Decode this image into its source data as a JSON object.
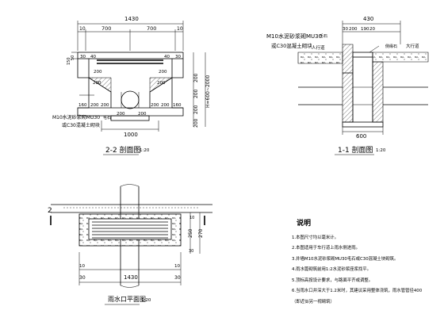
{
  "section_2_2": {
    "title": "2-2 剖面图",
    "scale": "1:20",
    "dims": {
      "overall": "1430",
      "d10a": "10",
      "d700a": "700",
      "d700b": "700",
      "d10b": "10",
      "d30l": "30",
      "d40l": "40",
      "d40r": "40",
      "d30r": "30",
      "d200_tl": "200",
      "d200_tr": "200",
      "d200_ml": "200",
      "d200_mr": "200",
      "d160l": "160",
      "d200b1": "200",
      "d200b2": "200",
      "d200b3": "200",
      "d200b4": "200",
      "d160r": "160",
      "d200_lb": "200",
      "d200_rb": "200",
      "d1000": "1000",
      "d150": "150",
      "d50": "50",
      "r200a": "200",
      "r200b": "200",
      "r200c": "200",
      "r200d": "200",
      "h_total": "H=600~2000"
    },
    "material_line1": "M10水泥砂浆砌MU30",
    "material_line1b": "毛石",
    "material_line2": "或C30混凝土砌块"
  },
  "section_1_1": {
    "title": "1-1 剖面图",
    "scale": "1:20",
    "dims": {
      "overall": "430",
      "d30": "30",
      "d200": "200",
      "d190": "190",
      "d20": "20",
      "d600": "600"
    },
    "material_line1": "M10水泥砂浆砌MU30",
    "material_line1b": "毛石",
    "material_line2": "或C30混凝土砌块",
    "label_sidewalk": "人行道",
    "label_curb": "侧缘石",
    "label_road": "大行道"
  },
  "plan": {
    "title": "雨水口平面图",
    "scale": "1:20",
    "section_mark": "2",
    "dims": {
      "overall": "1430",
      "d30l": "30",
      "d30r": "30",
      "d10l": "10",
      "d10r": "10",
      "v10": "10",
      "v250": "250",
      "v270": "270",
      "v30": "30"
    }
  },
  "notes": {
    "title": "说明",
    "items": [
      "1.本图尺寸均以毫米计。",
      "2.本图适用于车行道上雨水侧进雨。",
      "3.井墙M10水泥砂浆砌MU30毛石或C30混凝土块砌筑。",
      "4.雨水篦砌筑前用1:2水泥砂浆座浆找平。",
      "5.顶标高按设计要求，与路面平齐或调整。",
      "6.当雨水口井深大于1.2米时，其建议采用整体浇筑，雨水管管径400",
      "（即近似另一视砌筑）"
    ]
  }
}
